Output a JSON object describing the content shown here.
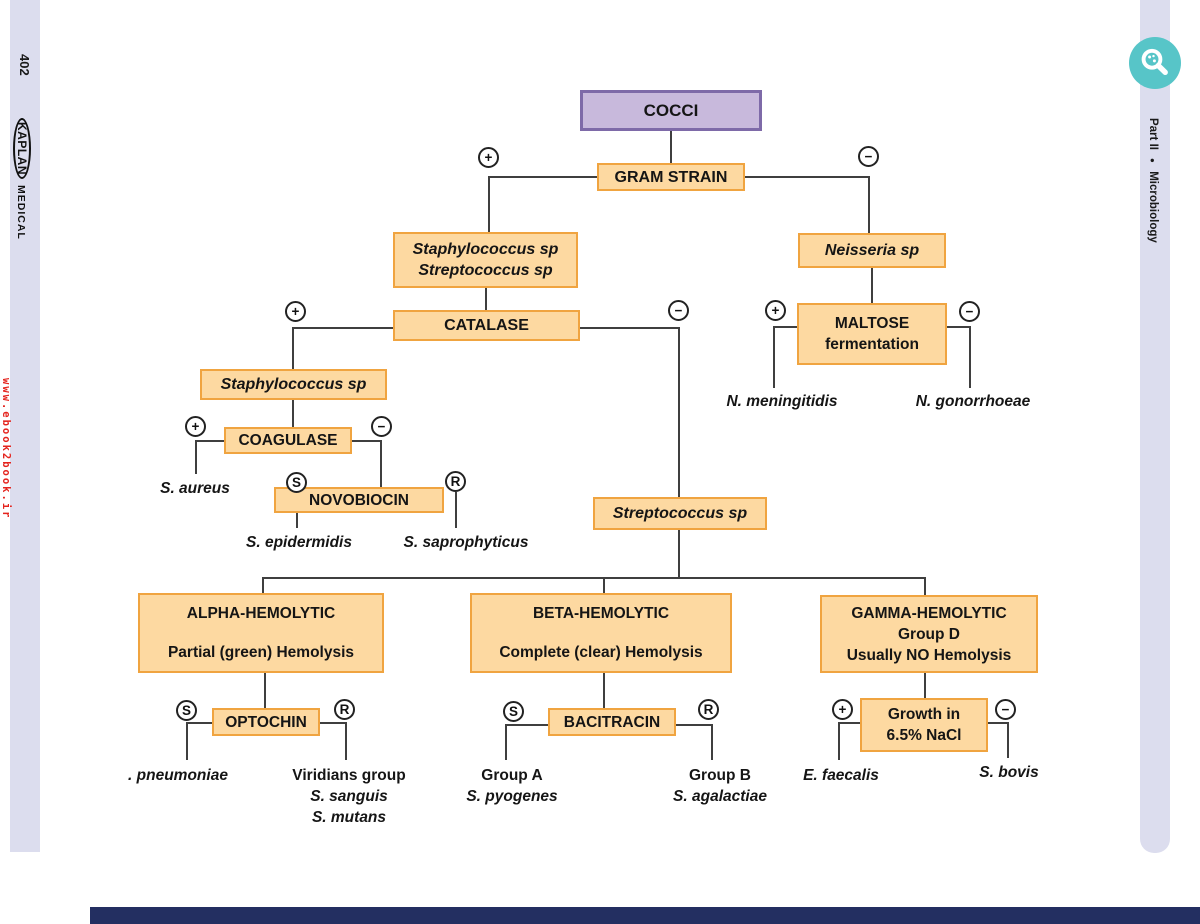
{
  "sidebar_left": {
    "page_number": "402",
    "logo_top": "KAPLAN",
    "logo_bottom": "MEDICAL",
    "url": "www.ebook2book.ir"
  },
  "sidebar_right": {
    "part": "Part II",
    "bullet": "●",
    "subject": "Microbiology"
  },
  "flow": {
    "cocci": "COCCI",
    "gram_stain": "GRAM STRAIN",
    "staph_strep": {
      "l1": "Staphylococcus sp",
      "l2": "Streptococcus sp"
    },
    "catalase": "CATALASE",
    "staph": "Staphylococcus sp",
    "coagulase": "COAGULASE",
    "s_aureus": "S. aureus",
    "novobiocin": "NOVOBIOCIN",
    "s_epidermidis": "S. epidermidis",
    "s_saprophyticus": "S. saprophyticus",
    "strep": "Streptococcus sp",
    "alpha": {
      "l1": "ALPHA-HEMOLYTIC",
      "l2": "Partial (green) Hemolysis"
    },
    "beta": {
      "l1": "BETA-HEMOLYTIC",
      "l2": "Complete (clear) Hemolysis"
    },
    "gamma": {
      "l1": "GAMMA-HEMOLYTIC",
      "l2": "Group D",
      "l3": "Usually NO Hemolysis"
    },
    "optochin": "OPTOCHIN",
    "bacitracin": "BACITRACIN",
    "nacl": {
      "l1": "Growth in",
      "l2": "6.5% NaCl"
    },
    "pneumoniae": ". pneumoniae",
    "viridians": {
      "l1": "Viridians group",
      "l2": "S. sanguis",
      "l3": "S. mutans"
    },
    "group_a": {
      "l1": "Group A",
      "l2": "S. pyogenes"
    },
    "group_b": {
      "l1": "Group B",
      "l2": "S. agalactiae"
    },
    "e_faecalis": "E. faecalis",
    "s_bovis": "S. bovis",
    "neisseria": "Neisseria sp",
    "maltose": {
      "l1": "MALTOSE",
      "l2": "fermentation"
    },
    "n_meningitidis": "N. meningitidis",
    "n_gonorrhoeae": "N. gonorrhoeae",
    "sym": {
      "plus": "+",
      "minus": "−",
      "s": "S",
      "r": "R"
    }
  },
  "colors": {
    "strip_lavender": "#dcddee",
    "box_fill": "#fdd9a1",
    "box_border": "#f0a440",
    "cocci_fill": "#c8b9dc",
    "cocci_border": "#7e6aa8",
    "line": "#3f3f3f",
    "teal_icon": "#57c5c8",
    "url_red": "#e4241e",
    "footer_navy": "#232f61"
  }
}
